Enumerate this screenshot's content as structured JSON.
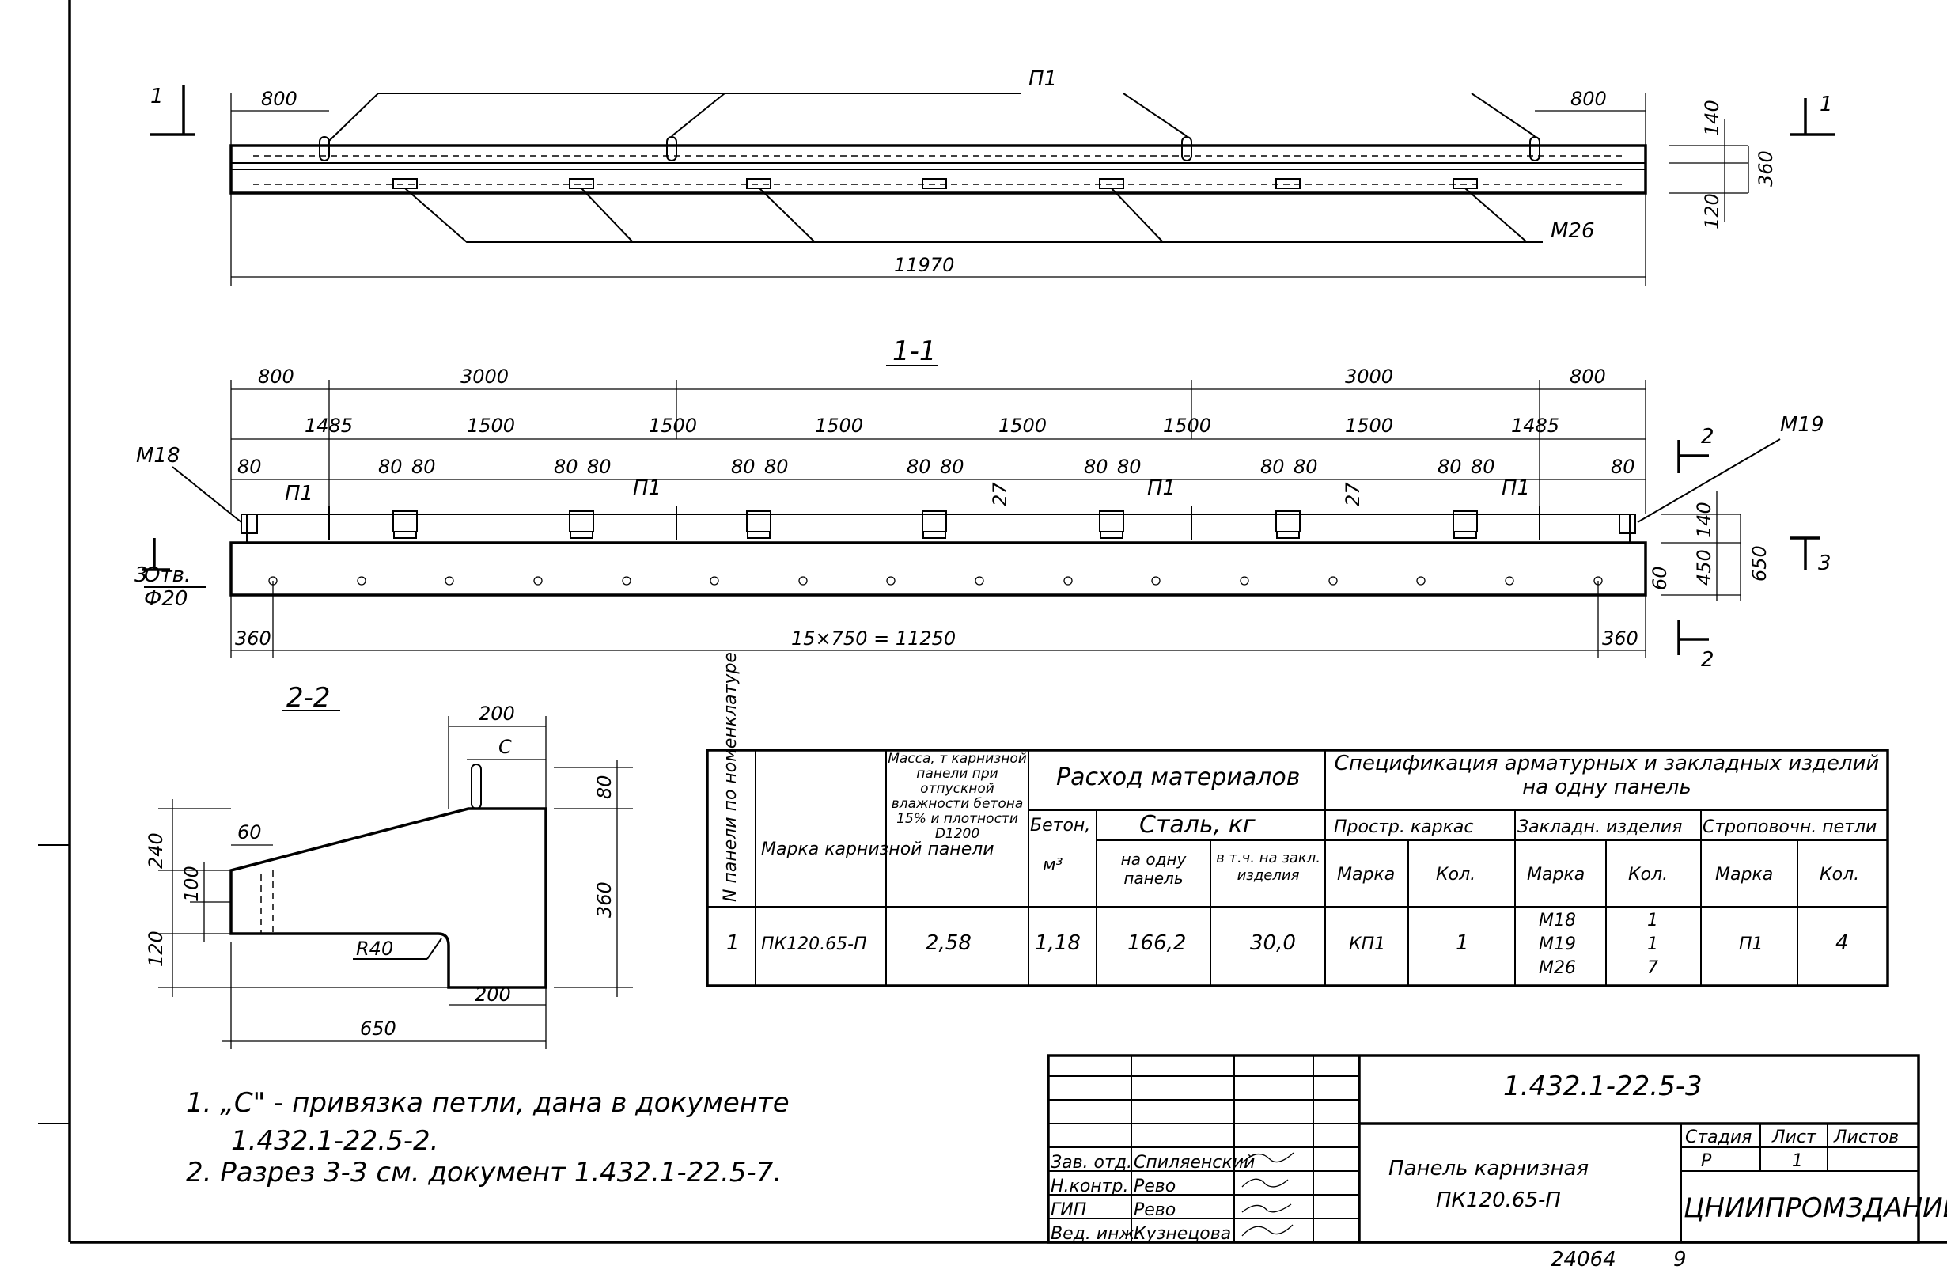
{
  "plan": {
    "dims": [
      "800",
      "П1",
      "800",
      "140",
      "360",
      "120",
      "М26",
      "11970"
    ],
    "section_mark": "1"
  },
  "section11": {
    "title": "1-1",
    "top_dims": [
      "800",
      "3000",
      "3000",
      "800"
    ],
    "mid_dims": [
      "1485",
      "1500",
      "1500",
      "1500",
      "1500",
      "1500",
      "1500",
      "1485"
    ],
    "spacer": "80",
    "labels": {
      "m18": "М18",
      "m19": "М19",
      "p1": "П1",
      "hole": "Отв.",
      "hole_dia": "Ф20",
      "mark2": "2",
      "mark3": "3"
    },
    "right_dims": [
      "140",
      "450",
      "650",
      "60"
    ],
    "small_dims": [
      "27"
    ],
    "bottom_dims": [
      "360",
      "15×750 = 11250",
      "360"
    ]
  },
  "section22": {
    "title": "2-2",
    "dims": [
      "200",
      "С",
      "80",
      "360",
      "240",
      "60",
      "100",
      "120",
      "R40",
      "200",
      "650"
    ]
  },
  "spec_table": {
    "h_no": "N панели по номенклатуре",
    "h_mark": "Марка карнизной панели",
    "h_mass": "Масса, т карнизной панели при отпускной влажности бетона 15% и плотности D1200",
    "h_materials": "Расход материалов",
    "h_concrete": "Бетон,",
    "h_m3": "м³",
    "h_steel": "Сталь, кг",
    "h_per_panel": "на одну панель",
    "h_incl": "в т.ч. на закл. изделия",
    "h_spec": "Спецификация арматурных и закладных изделий на одну панель",
    "h_frame": "Простр. каркас",
    "h_embed": "Закладн. изделия",
    "h_lift": "Строповочн. петли",
    "h_brand": "Марка",
    "h_qty": "Кол.",
    "row": {
      "no": "1",
      "mark": "ПК120.65-П",
      "mass": "2,58",
      "concrete": "1,18",
      "steel_total": "166,2",
      "steel_embed": "30,0",
      "frame_mark": "КП1",
      "frame_qty": "1",
      "embed_marks": [
        "М18",
        "М19",
        "М26"
      ],
      "embed_qty": [
        "1",
        "1",
        "7"
      ],
      "lift_mark": "П1",
      "lift_qty": "4"
    }
  },
  "notes": [
    "1. „С\" - привязка петли, дана в документе",
    "1.432.1-22.5-2.",
    "2. Разрез 3-3 см. документ 1.432.1-22.5-7."
  ],
  "title_block": {
    "doc_code": "1.432.1-22.5-3",
    "roles": [
      "Зав. отд.",
      "Н.контр.",
      "ГИП",
      "Вед. инж."
    ],
    "names": [
      "Спиляенский",
      "Рево",
      "Рево",
      "Кузнецова"
    ],
    "panel_name_1": "Панель карнизная",
    "panel_name_2": "ПК120.65-П",
    "stage_label": "Стадия",
    "sheet_label": "Лист",
    "sheets_label": "Листов",
    "stage": "Р",
    "sheet": "1",
    "org": "ЦНИИПРОМЗДАНИЙ",
    "archive": "24064",
    "archive_page": "9"
  }
}
